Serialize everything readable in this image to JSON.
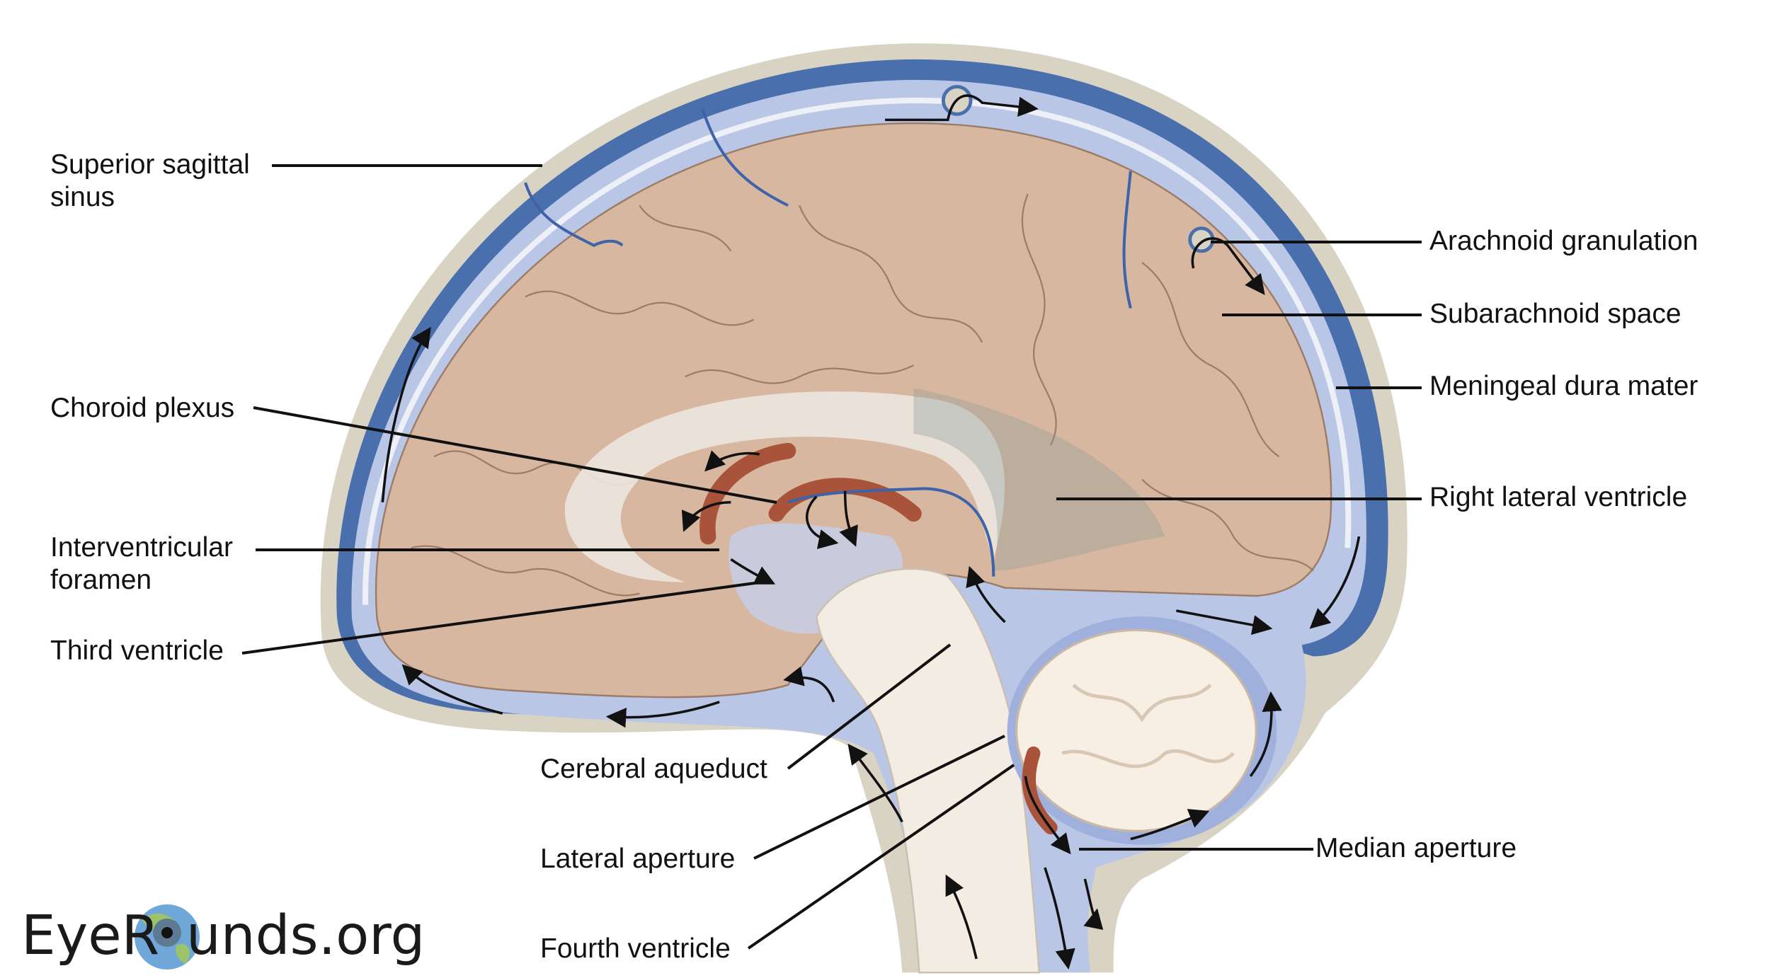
{
  "labels": {
    "superior_sagittal_sinus": [
      "Superior sagittal",
      "sinus"
    ],
    "choroid_plexus": "Choroid plexus",
    "interventricular_foramen": [
      "Interventricular",
      "foramen"
    ],
    "third_ventricle": "Third ventricle",
    "cerebral_aqueduct": "Cerebral aqueduct",
    "lateral_aperture": "Lateral aperture",
    "fourth_ventricle": "Fourth ventricle",
    "median_aperture": "Median aperture",
    "arachnoid_granulation": "Arachnoid granulation",
    "subarachnoid_space": "Subarachnoid space",
    "meningeal_dura_mater": "Meningeal dura mater",
    "right_lateral_ventricle": "Right lateral ventricle"
  },
  "logo": {
    "text_left": "EyeR",
    "text_right": "unds.org",
    "full": "EyeRounds.org"
  },
  "colors": {
    "skull": "#d9d3c4",
    "dura": "#4a6fad",
    "csf": "#b9c6e6",
    "brain": "#d8b7a0",
    "choroid": "#a8533a",
    "cerebellum": "#f7eee4"
  }
}
